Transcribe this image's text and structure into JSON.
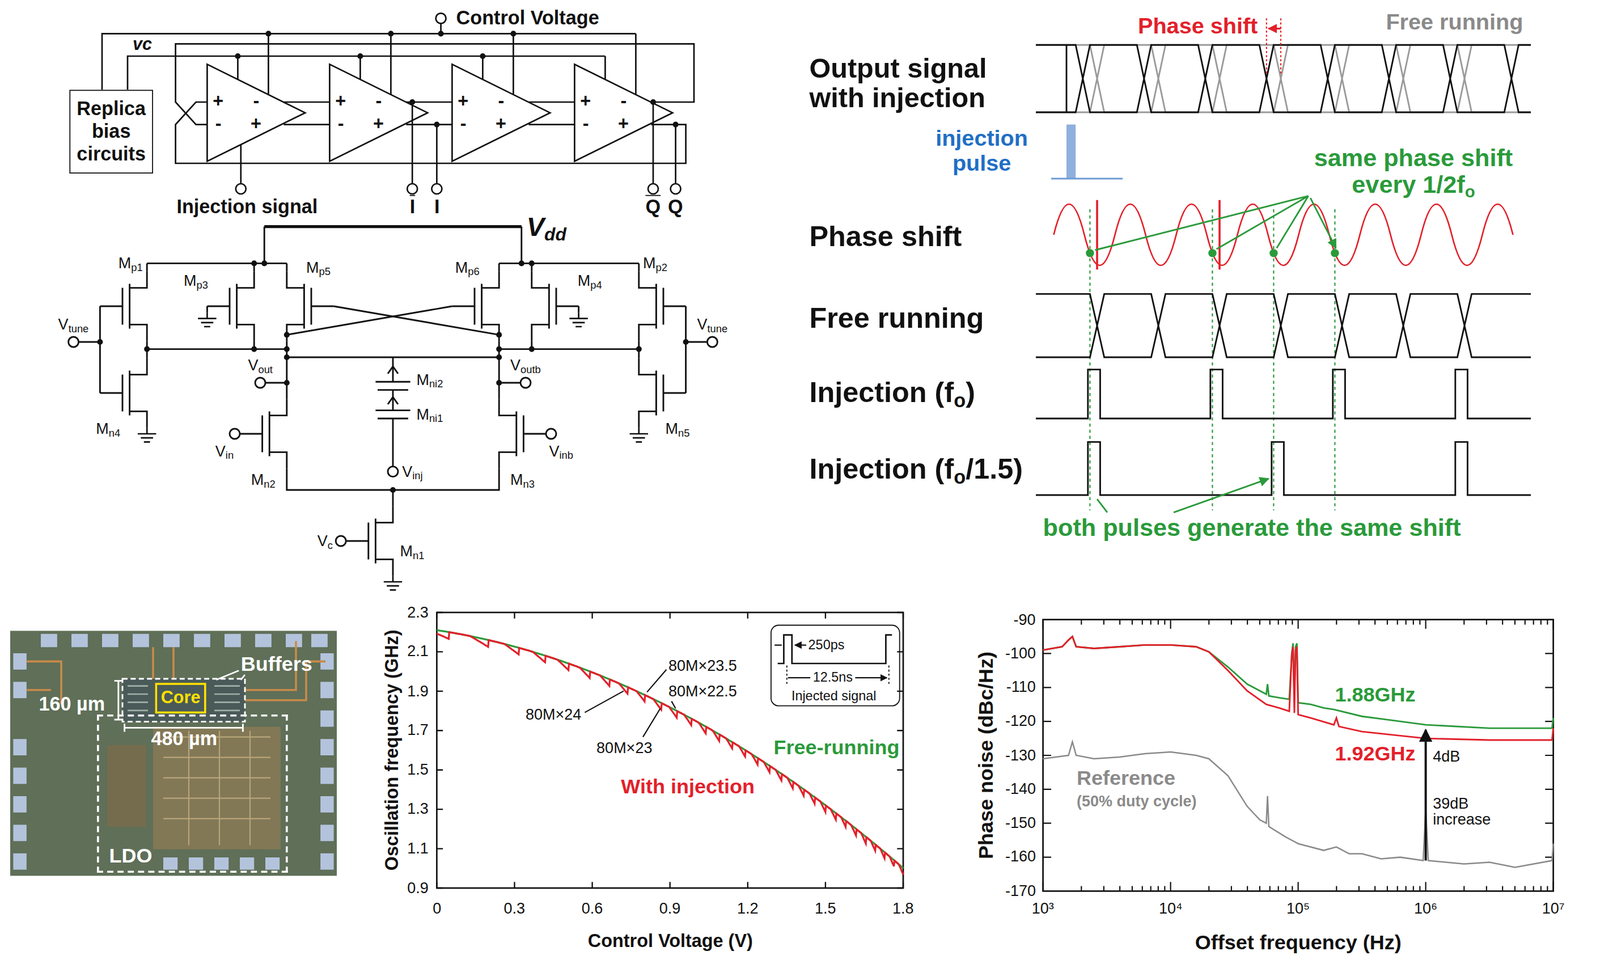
{
  "diagram": {
    "nodes": [
      {
        "text": [
          "Replica bias circuits"
        ]
      },
      {
        "text": [
          "Core"
        ]
      },
      {
        "text": [
          "LDO"
        ]
      },
      {
        "text": [
          "250ps",
          "12.5ns",
          "Injected signal"
        ]
      }
    ],
    "labels": [
      "Control Voltage",
      "vc",
      "+",
      "-",
      "-",
      "+",
      "+",
      "-",
      "-",
      "+",
      "+",
      "-",
      "-",
      "+",
      "+",
      "-",
      "-",
      "+",
      "Injection signal",
      "I",
      "I",
      "Q",
      "Q",
      "Vdd",
      "Mp1",
      "Mp3",
      "Mp5",
      "Mp6",
      "Mp4",
      "Mp2",
      "Vtune",
      "Vtune",
      "Mn4",
      "Mn5",
      "Vout",
      "Voutb",
      "Mni2",
      "Mni1",
      "Vin",
      "Mn2",
      "Mn3",
      "Vinb",
      "Vinj",
      "Vc",
      "Mn1",
      "Phase shift",
      "Free running",
      "Output signal with injection",
      "injection pulse",
      "same phase shift every 1/2fo",
      "Phase shift",
      "Free running",
      "Injection (fo)",
      "Injection (fo/1.5)",
      "both pulses generate the same shift",
      "160 µm",
      "480 µm",
      "Buffers",
      "2.3",
      "2.1",
      "1.9",
      "1.7",
      "1.5",
      "1.3",
      "1.1",
      "0.9",
      "0",
      "0.3",
      "0.6",
      "0.9",
      "1.2",
      "1.5",
      "1.8",
      "Oscillation frequency (GHz)",
      "Control Voltage (V)",
      "80M×24",
      "80M×23.5",
      "80M×22.5",
      "80M×23",
      "Free-running",
      "With injection",
      "-90",
      "-100",
      "-110",
      "-120",
      "-130",
      "-140",
      "-150",
      "-160",
      "-170",
      "10³",
      "10⁴",
      "10⁵",
      "10⁶",
      "10⁷",
      "Phase noise (dBc/Hz)",
      "Offset frequency (Hz)",
      "1.88GHz",
      "1.92GHz",
      "4dB",
      "39dB increase",
      "Reference",
      "(50% duty cycle)"
    ]
  }
}
